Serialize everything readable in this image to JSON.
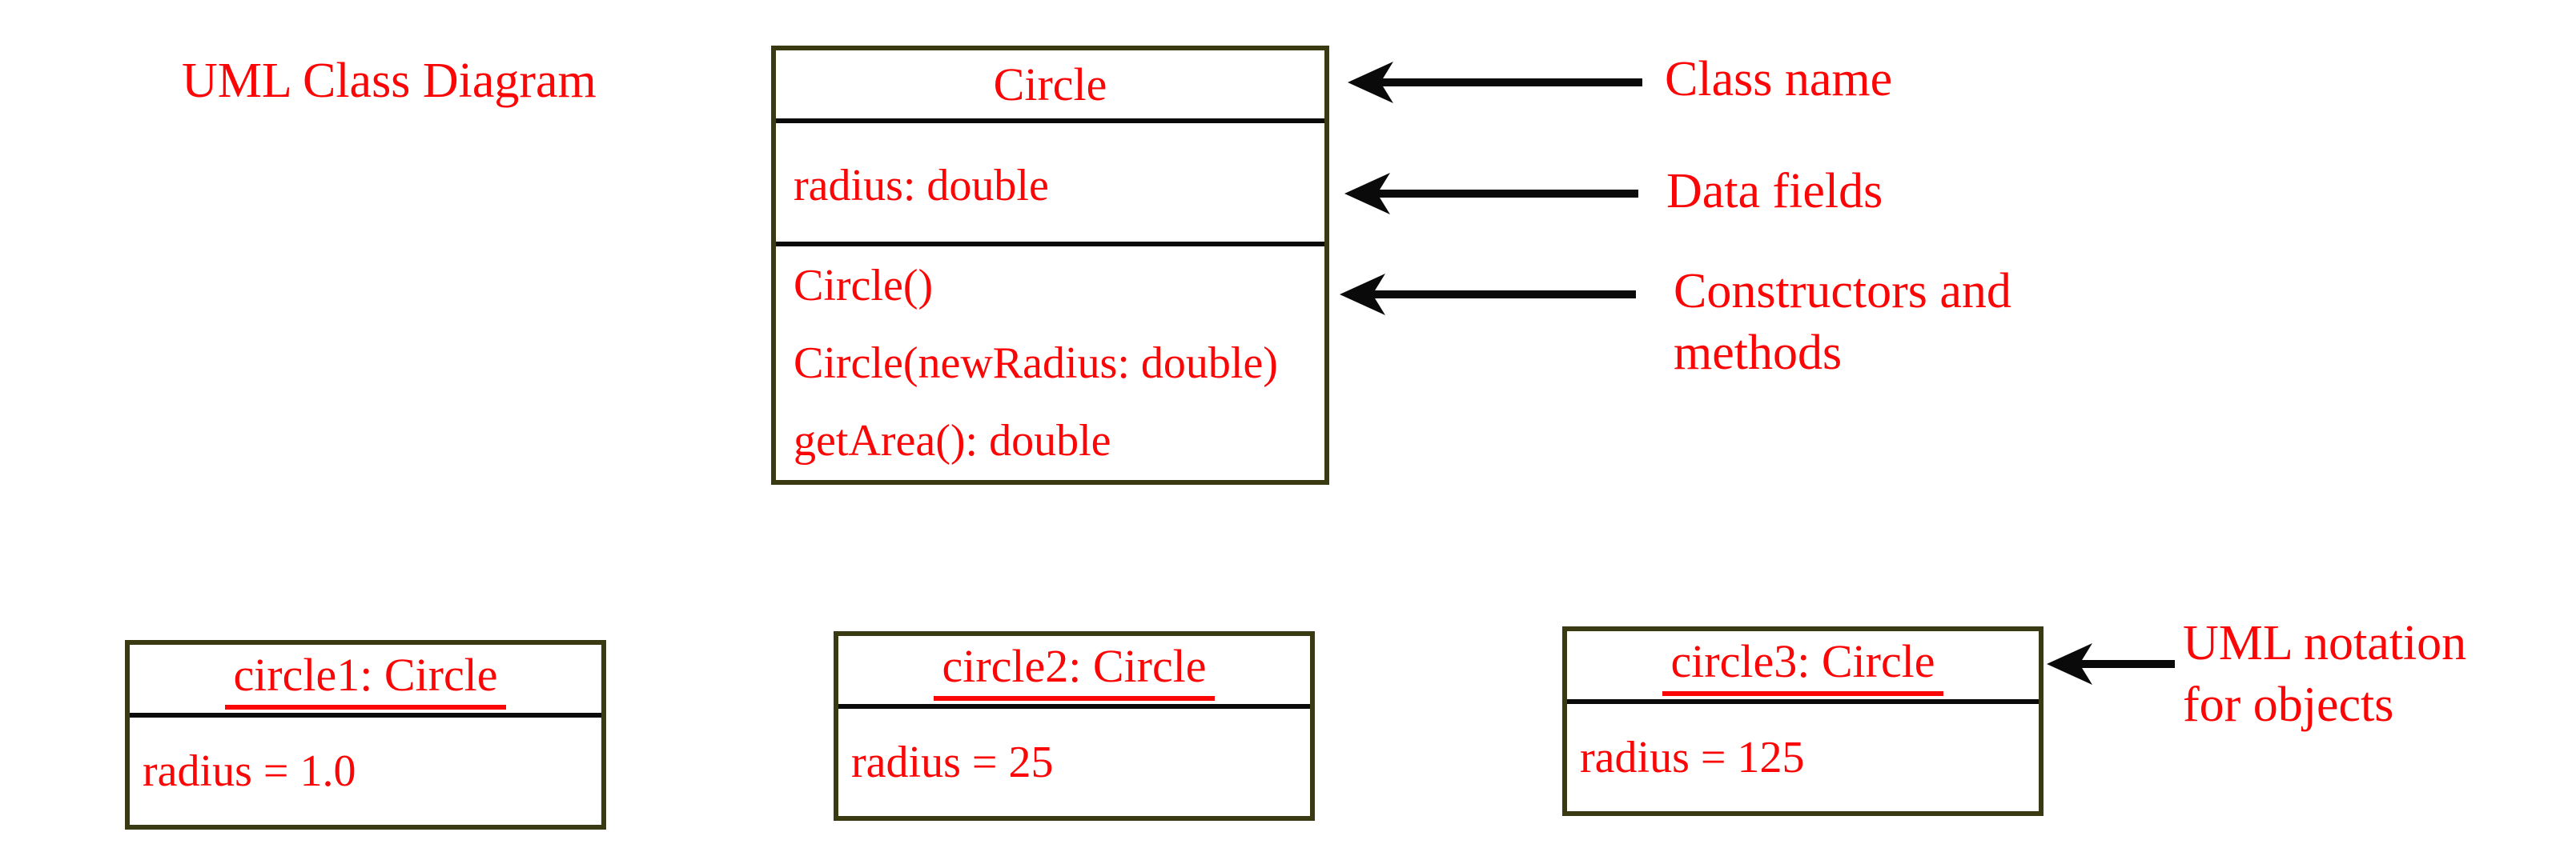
{
  "title": "UML Class Diagram",
  "class_box": {
    "name": "Circle",
    "fields": [
      "radius: double"
    ],
    "methods": [
      "Circle()",
      "Circle(newRadius: double)",
      "getArea(): double"
    ]
  },
  "annotations": {
    "class_name": "Class name",
    "data_fields": "Data fields",
    "constructors_line1": "Constructors and",
    "constructors_line2": "methods",
    "objects_line1": "UML notation",
    "objects_line2": "for objects"
  },
  "objects": [
    {
      "name": "circle1: Circle",
      "value": "radius = 1.0"
    },
    {
      "name": "circle2: Circle",
      "value": "radius = 25"
    },
    {
      "name": "circle3: Circle",
      "value": "radius = 125"
    }
  ],
  "colors": {
    "red": "#fa0606",
    "olive": "#3a3a12",
    "black": "#0a0a0a",
    "background": "#ffffff"
  }
}
